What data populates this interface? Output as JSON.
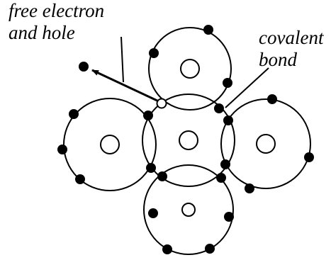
{
  "labels": {
    "free_electron_line1": "free electron",
    "free_electron_line2": "and hole",
    "covalent_line1": "covalent",
    "covalent_line2": "bond"
  },
  "colors": {
    "stroke": "#000000",
    "electron_fill": "#000000",
    "hole_fill": "#ffffff",
    "background": "#ffffff"
  }
}
